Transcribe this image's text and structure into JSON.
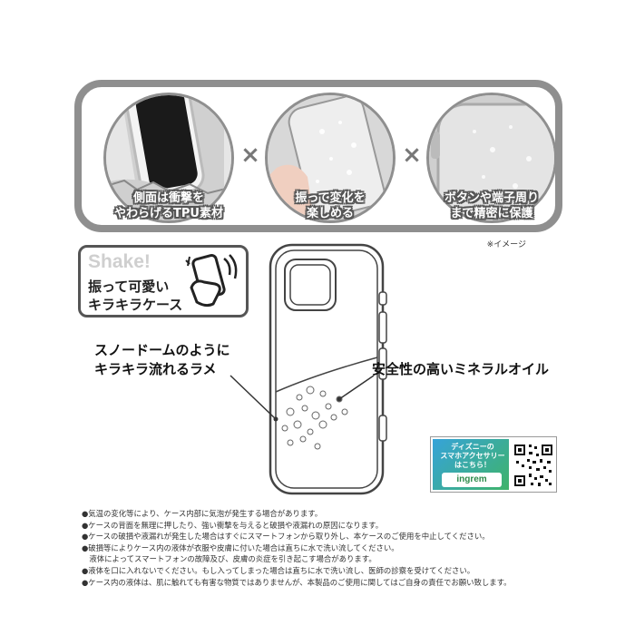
{
  "features": [
    {
      "line1": "側面は衝撃を",
      "line2": "やわらげるTPU素材",
      "icon": "phone-corner-photo"
    },
    {
      "line1": "振って変化を",
      "line2": "楽しめる",
      "icon": "hand-shaking-case-photo"
    },
    {
      "line1": "ボタンや端子周り",
      "line2": "まで精密に保護",
      "icon": "case-button-closeup-photo"
    }
  ],
  "separator": "×",
  "image_note": "※イメージ",
  "shake": {
    "title": "Shake!",
    "line1": "振って可愛い",
    "line2": "キラキラケース",
    "icon": "hand-shake-icon"
  },
  "callouts": {
    "left_line1": "スノードームのように",
    "left_line2": "キラキラ流れるラメ",
    "right": "安全性の高いミネラルオイル"
  },
  "ingrem": {
    "line1": "ディズニーの",
    "line2": "スマホアクセサリー",
    "line3": "はこちら！",
    "logo": "ingrem"
  },
  "notes": [
    "●気温の変化等により、ケース内部に気泡が発生する場合があります。",
    "●ケースの背面を無理に押したり、強い衝撃を与えると破損や液漏れの原因になります。",
    "●ケースの破損や液漏れが発生した場合はすぐにスマートフォンから取り外し、本ケースのご使用を中止してください。",
    "●破損等によりケース内の液体が衣服や皮膚に付いた場合は直ちに水で洗い流してください。",
    "　液体によってスマートフォンの故障及び、皮膚の炎症を引き起こす場合があります。",
    "●液体を口に入れないでください。もし入ってしまった場合は直ちに水で洗い流し、医師の診察を受けてください。",
    "●ケース内の液体は、肌に触れても有害な物質ではありませんが、本製品のご使用に関してはご自身の責任でお願い致します。"
  ],
  "colors": {
    "panel_border": "#8f8f8f",
    "badge_green": "#3fb36a",
    "badge_blue": "#36a3d9"
  }
}
